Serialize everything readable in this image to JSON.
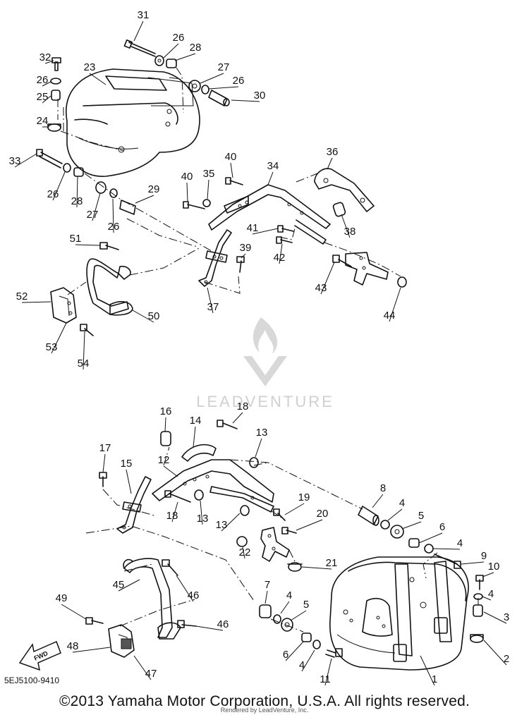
{
  "diagram_code": "5EJ5100-9410",
  "copyright": "©2013 Yamaha Motor Corporation, U.S.A. All rights reserved.",
  "rendered_by": "Rendered by LeadVenture, Inc.",
  "watermark": "LEADVENTURE",
  "fwd_label": "FWD",
  "part_numbers": [
    "1",
    "2",
    "3",
    "4",
    "5",
    "6",
    "7",
    "8",
    "9",
    "10",
    "11",
    "12",
    "13",
    "14",
    "15",
    "16",
    "17",
    "18",
    "19",
    "20",
    "21",
    "22",
    "23",
    "24",
    "25",
    "26",
    "27",
    "28",
    "29",
    "30",
    "31",
    "32",
    "33",
    "34",
    "35",
    "36",
    "37",
    "38",
    "39",
    "40",
    "41",
    "42",
    "43",
    "44",
    "45",
    "46",
    "47",
    "48",
    "49",
    "50",
    "51",
    "52",
    "53",
    "54"
  ]
}
